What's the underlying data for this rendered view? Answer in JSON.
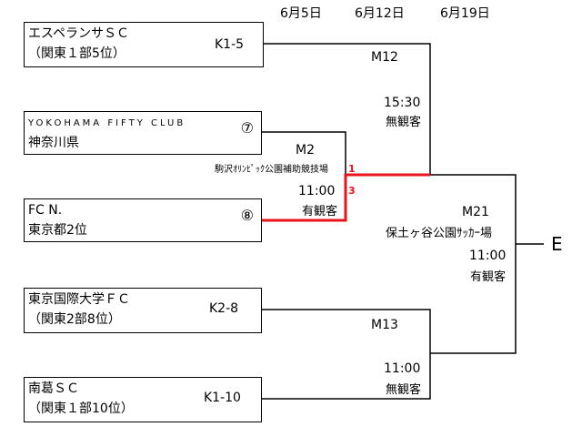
{
  "dates": [
    "6月5日",
    "6月12日",
    "6月19日"
  ],
  "teams": [
    {
      "name": "エスペランサＳＣ",
      "sub": "（関東１部5位）",
      "seed": ""
    },
    {
      "name": "YOKOHAMA FIFTY CLUB",
      "sub": "神奈川県",
      "seed": "⑦"
    },
    {
      "name": "FC N.",
      "sub": "東京都2位",
      "seed": "⑧"
    },
    {
      "name": "東京国際大学ＦＣ",
      "sub": "（関東2部8位）",
      "seed": ""
    },
    {
      "name": "南葛ＳＣ",
      "sub": "（関東１部10位）",
      "seed": ""
    }
  ],
  "codes": {
    "k1_5": "K1-5",
    "k2_8": "K2-8",
    "k1_10": "K1-10"
  },
  "matches": {
    "m2": {
      "id": "M2",
      "venue": "駒沢ｵﾘﾝﾋﾟｯｸ公園補助競技場",
      "time": "11:00",
      "spectators": "有観客",
      "score_top": "1",
      "score_bottom": "3"
    },
    "m12": {
      "id": "M12",
      "time": "15:30",
      "spectators": "無観客"
    },
    "m13": {
      "id": "M13",
      "time": "11:00",
      "spectators": "無観客"
    },
    "m21": {
      "id": "M21",
      "venue": "保土ヶ谷公園ｻｯｶｰ場",
      "time": "11:00",
      "spectators": "有観客"
    }
  },
  "next_slot": "E",
  "colors": {
    "line": "#000000",
    "winner_path": "#e8141c"
  }
}
